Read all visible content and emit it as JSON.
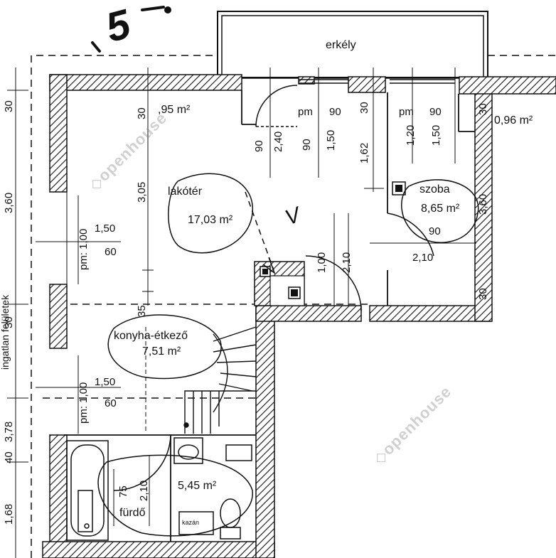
{
  "sheet_number": "5",
  "balcony": {
    "label": "erkély"
  },
  "rooms": {
    "living": {
      "name": "lakótér",
      "area": "17,03 m²"
    },
    "bedroom": {
      "name": "szoba",
      "area": "8,65 m²"
    },
    "kitchen": {
      "name": "konyha-étkező",
      "area": "7,51 m²"
    },
    "bathroom": {
      "name": "fürdő",
      "area": "5,45 m²"
    },
    "storage_left": {
      "area": ",95 m²"
    },
    "storage_right": {
      "area": "0,96 m²"
    }
  },
  "circled_mark": "V",
  "side_label_fragment": "ingatlan felületek",
  "boiler_label": "kazán",
  "dimensions": {
    "left_col": [
      "30",
      "3,60",
      "30",
      "3,78",
      "40",
      "1,68"
    ],
    "window_left_top": {
      "pm": "pm: 1,00",
      "w": "1,50",
      "h": "60"
    },
    "window_left_bot": {
      "pm": "pm: 1,00",
      "w": "1,50",
      "h": "60"
    },
    "living_height": "3,05",
    "living_top_30": "30",
    "door_living": {
      "w": "90",
      "h": "2,40"
    },
    "window_balcony_1": {
      "pm": "pm",
      "pm_val": "90",
      "a": "90",
      "b": "1,50"
    },
    "wall_30_mid": "30",
    "door_balcony": "1,62",
    "window_balcony_2": {
      "pm": "pm",
      "pm_val": "90",
      "a": "1,20",
      "b": "1,50"
    },
    "bedroom_30_top": "30",
    "bedroom_360": "3,60",
    "bedroom_30_bot": "30",
    "bedroom_door": {
      "w": "90",
      "h": "2,10"
    },
    "hall_door": {
      "w": "1,00",
      "h": "2,10"
    },
    "kitchen_35": "35",
    "bath_door": {
      "w": "75",
      "h": "2,10"
    }
  }
}
